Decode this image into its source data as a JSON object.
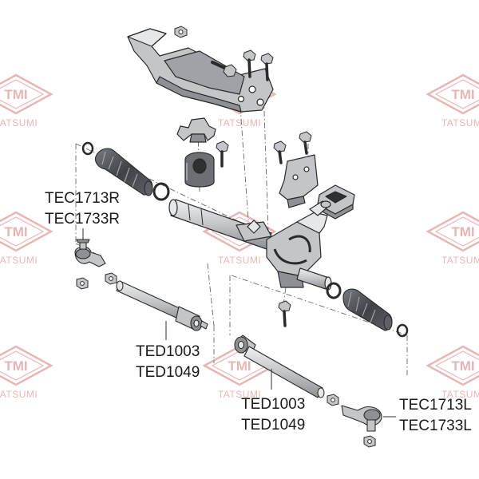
{
  "watermark": {
    "logo_text": "TMI",
    "brand_text": "TATSUMI",
    "color": "#e8b5b5"
  },
  "labels": {
    "tie_rod_end_right": [
      "TEC1713R",
      "TEC1733R"
    ],
    "inner_tie_rod_right": [
      "TED1003",
      "TED1049"
    ],
    "inner_tie_rod_left": [
      "TED1003",
      "TED1049"
    ],
    "tie_rod_end_left": [
      "TEC1713L",
      "TEC1733L"
    ]
  },
  "colors": {
    "part_fill": "#c3c5c8",
    "part_dark": "#8d9094",
    "part_light": "#e6e7e9",
    "outline": "#2a2a2a",
    "guide_line": "#666666"
  }
}
